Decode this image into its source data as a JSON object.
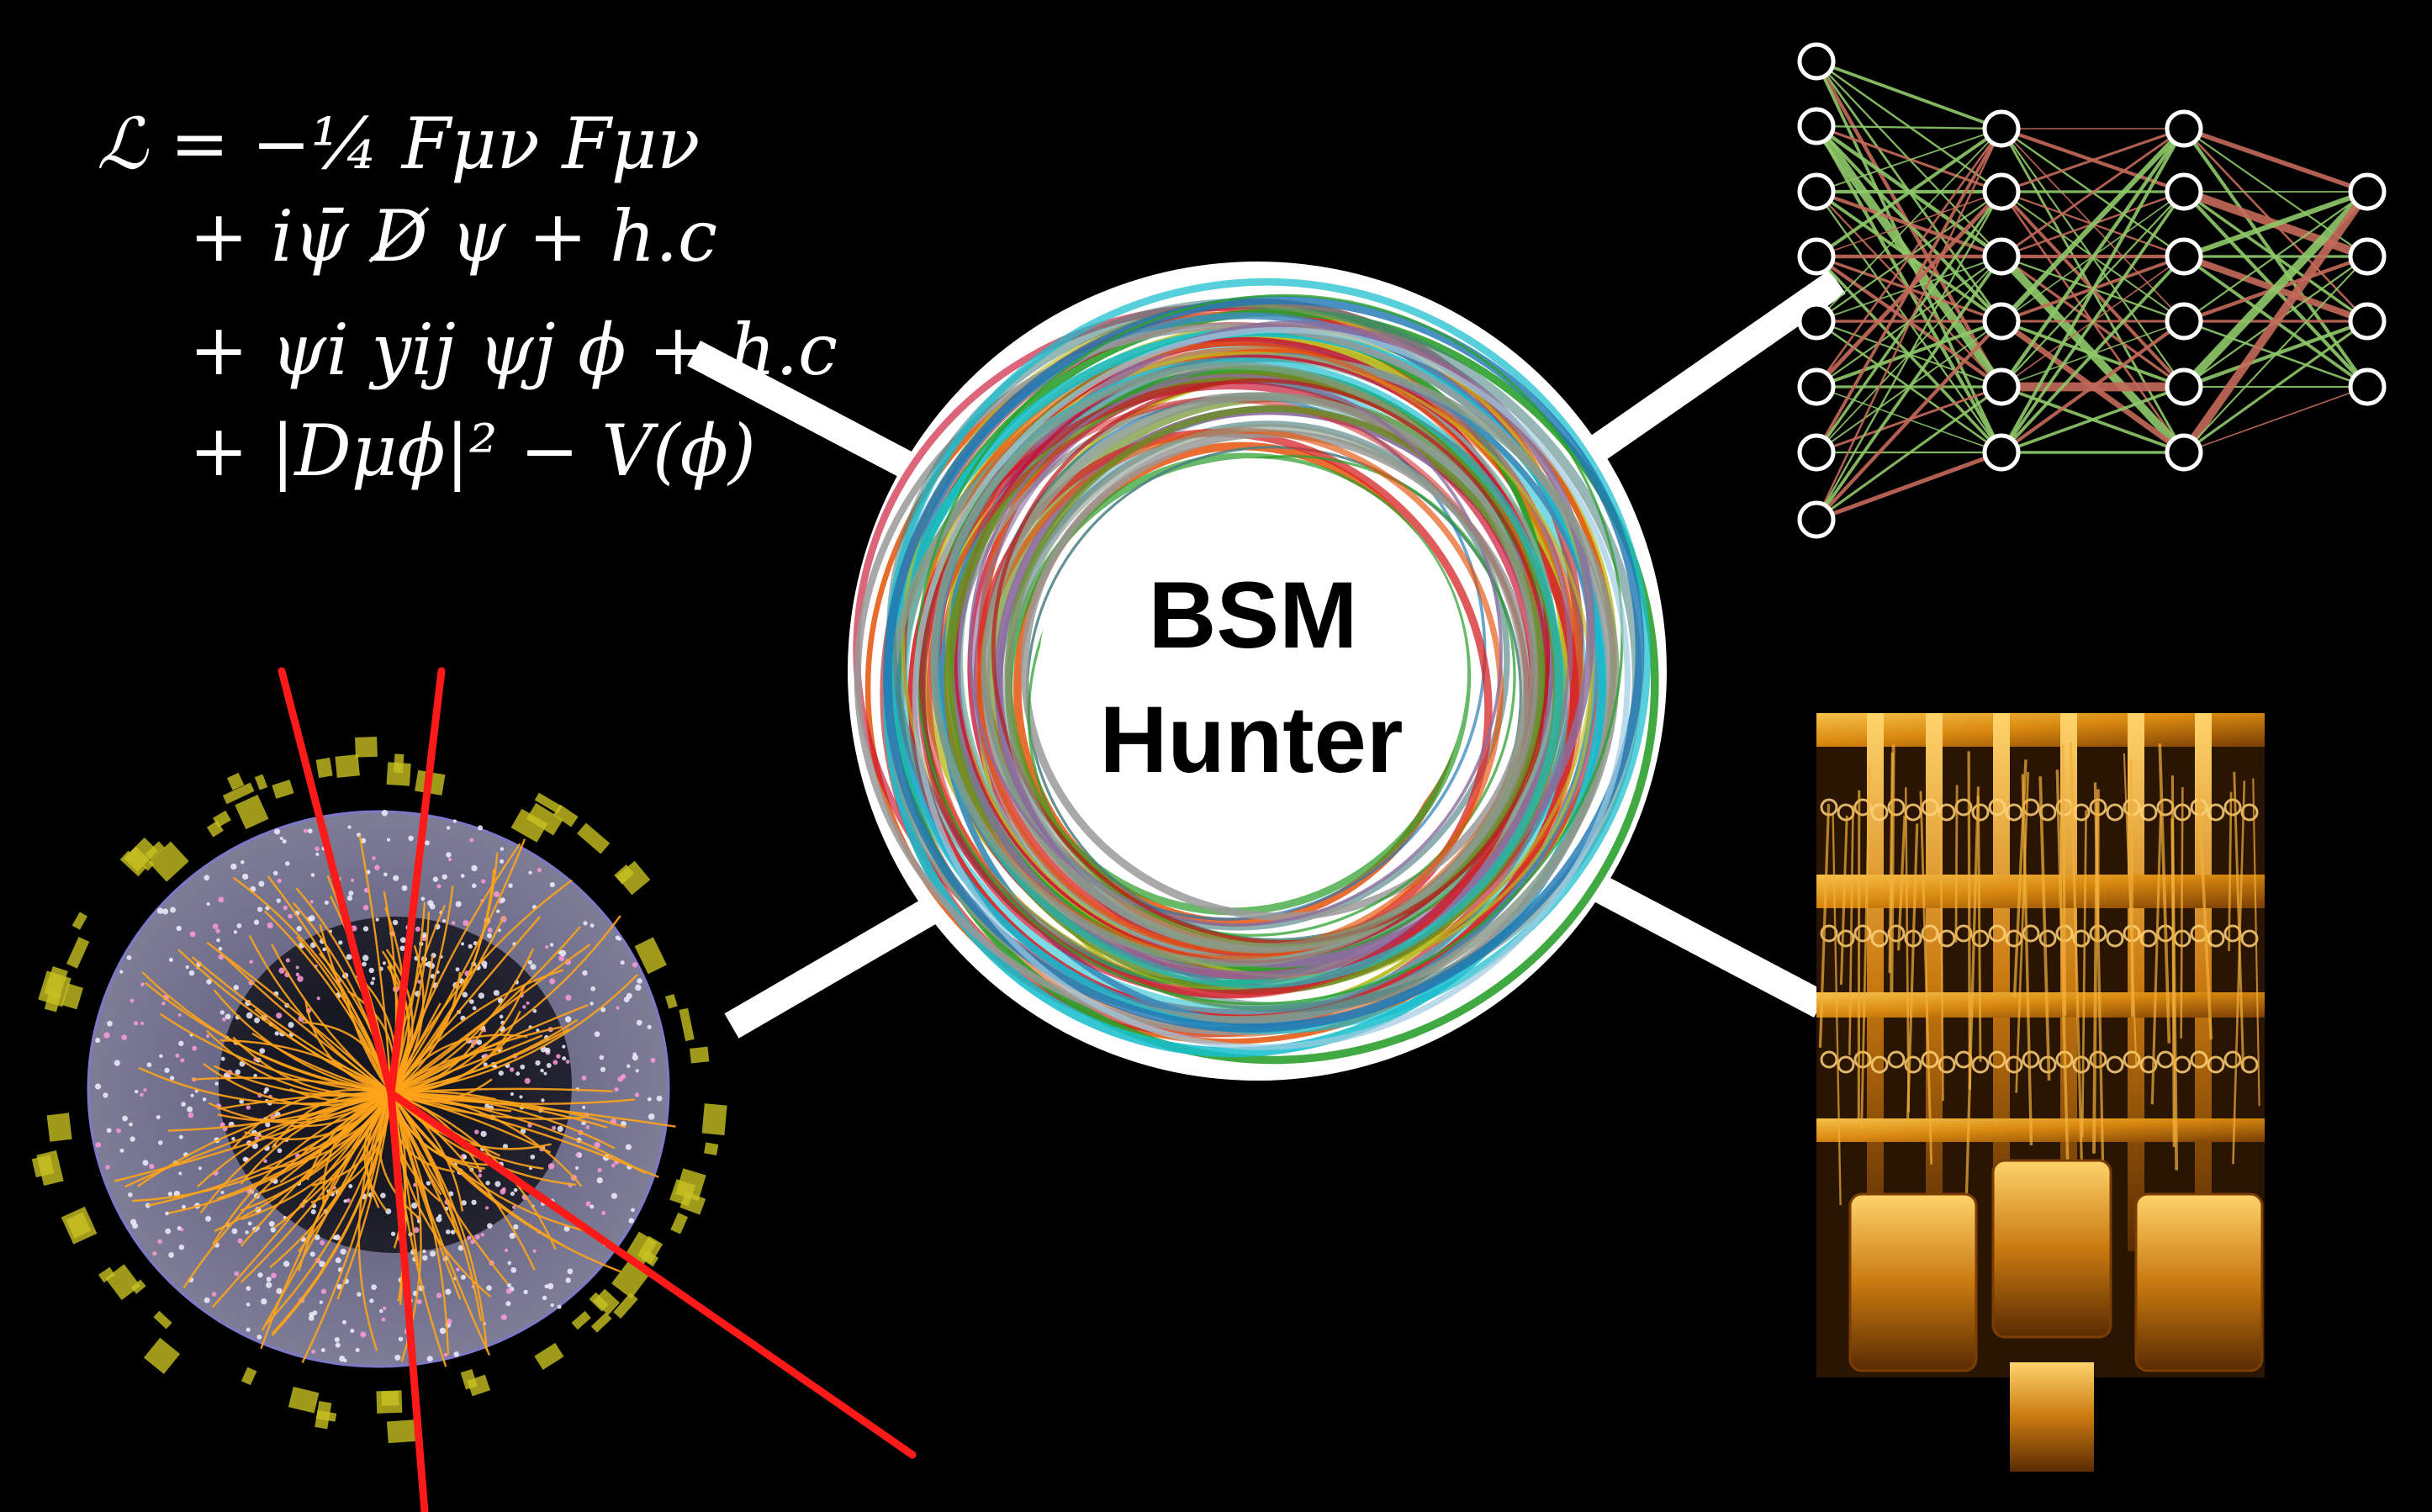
{
  "hub": {
    "line1": "BSM",
    "line2": "Hunter"
  },
  "lagrangian": {
    "terms": [
      "ℒ = −¼ Fμν Fμν",
      "+ iψ̄ D̸ ψ + h.c",
      "+ ψi yij ψj ϕ + h.c",
      "+ |Dμϕ|² − V(ϕ)"
    ]
  },
  "colors": {
    "background": "#000000",
    "connector": "#ffffff",
    "hub_fill": "#ffffff",
    "track_red": "#ff1a1a",
    "track_orange": "#ffa31a",
    "detector_fill": "#6f6f8a",
    "calorimeter": "#c8c020",
    "nn_green": "#8fc96a",
    "nn_red": "#c46a5a",
    "quantum_gold": "#e59a1c"
  },
  "icons": {
    "equation": "handwritten-lagrangian",
    "event_display": "collider-event-icon",
    "neural_network": "neural-network-icon",
    "quantum_computer": "quantum-computer-icon"
  }
}
